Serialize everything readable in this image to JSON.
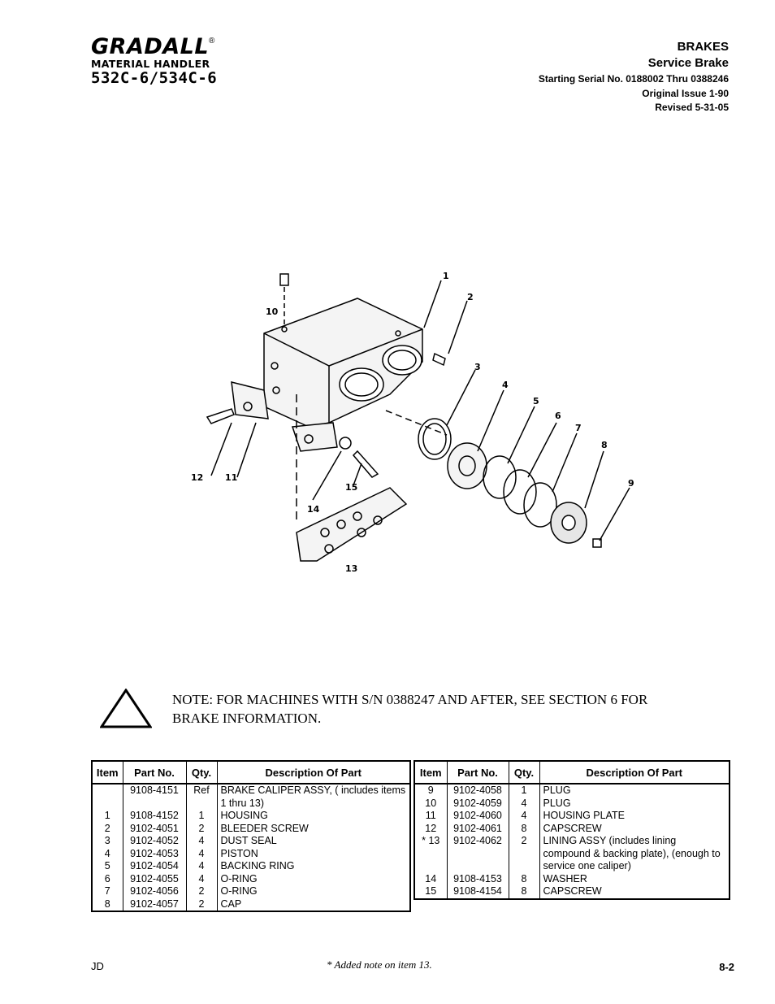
{
  "logo": {
    "brand": "GRADALL",
    "reg": "®",
    "product": "MATERIAL HANDLER",
    "model": "532C-6/534C-6"
  },
  "header": {
    "section": "BRAKES",
    "subsection": "Service Brake",
    "serial": "Starting Serial No. 0188002 Thru 0388246",
    "issue": "Original Issue 1-90",
    "revised": "Revised  5-31-05"
  },
  "diagram": {
    "callouts": [
      "1",
      "2",
      "3",
      "4",
      "5",
      "6",
      "7",
      "8",
      "9",
      "10",
      "11",
      "12",
      "13",
      "14",
      "15"
    ]
  },
  "note": {
    "icon": "warning-triangle-icon",
    "text": "NOTE:  FOR MACHINES WITH S/N 0388247 AND AFTER, SEE SECTION 6 FOR BRAKE INFORMATION."
  },
  "table": {
    "headers": [
      "Item",
      "Part No.",
      "Qty.",
      "Description Of Part"
    ],
    "left": {
      "items": [
        "",
        "1",
        "2",
        "3",
        "4",
        "5",
        "6",
        "7",
        "8"
      ],
      "parts": [
        "9108-4151",
        "9108-4152",
        "9102-4051",
        "9102-4052",
        "9102-4053",
        "9102-4054",
        "9102-4055",
        "9102-4056",
        "9102-4057"
      ],
      "qty": [
        "Ref",
        "1",
        "2",
        "4",
        "4",
        "4",
        "4",
        "2",
        "2"
      ],
      "desc": [
        "BRAKE CALIPER ASSY, ( includes items 1 thru 13)",
        "HOUSING",
        "BLEEDER SCREW",
        "DUST SEAL",
        "PISTON",
        "BACKING RING",
        "O-RING",
        "O-RING",
        "CAP"
      ]
    },
    "right": {
      "items": [
        "9",
        "10",
        "11",
        "12",
        "* 13",
        "14",
        "15"
      ],
      "parts": [
        "9102-4058",
        "9102-4059",
        "9102-4060",
        "9102-4061",
        "9102-4062",
        "9108-4153",
        "9108-4154"
      ],
      "qty": [
        "1",
        "4",
        "4",
        "8",
        "2",
        "8",
        "8"
      ],
      "desc": [
        "PLUG",
        "PLUG",
        "HOUSING PLATE",
        "CAPSCREW",
        "LINING ASSY (includes lining compound & backing plate), (enough to service one caliper)",
        "WASHER",
        "CAPSCREW"
      ]
    }
  },
  "footer": {
    "left": "JD",
    "center": "* Added note on item 13.",
    "right": "8-2"
  }
}
